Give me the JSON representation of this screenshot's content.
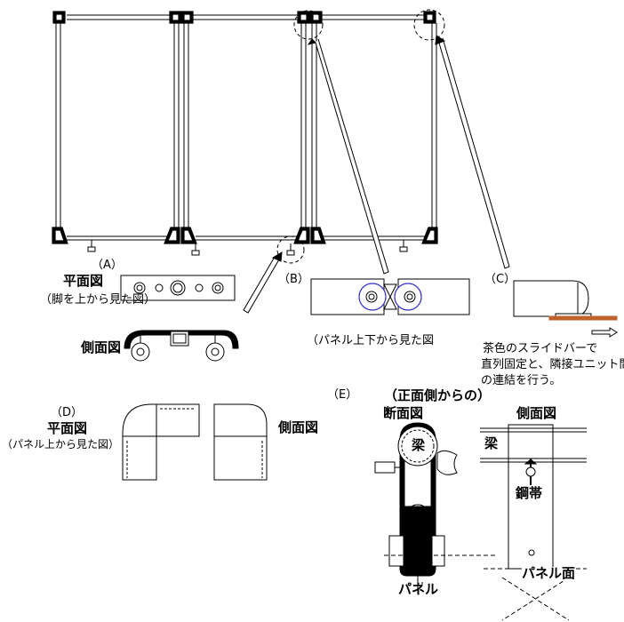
{
  "labels": {
    "a_title": "（A）",
    "a_plan": "平面図",
    "a_plan_note": "（脚を上から見た図）",
    "a_side": "側面図",
    "b_title": "（B）",
    "b_note": "（パネル上下から見た図",
    "c_title": "（C）",
    "c_note_1": "茶色のスライドバーで",
    "c_note_2": "直列固定と、隣接ユニット間",
    "c_note_3": "の連結を行う。",
    "d_title": "（D）",
    "d_plan": "平面図",
    "d_plan_note": "（パネル上から見た図）",
    "d_side": "側面図",
    "e_title": "（E）",
    "e_subtitle": "（正面側からの）",
    "e_section": "断面図",
    "e_side": "側面図",
    "beam": "梁",
    "beam_side": "梁",
    "steel_band": "鋼帯",
    "panel": "パネル",
    "panel_face": "パネル面"
  },
  "colors": {
    "line": "#000000",
    "slide_bar": "#c0622d",
    "connector_blue": "#3a3ad0",
    "fill_dark": "#000000",
    "fill_white": "#ffffff"
  }
}
